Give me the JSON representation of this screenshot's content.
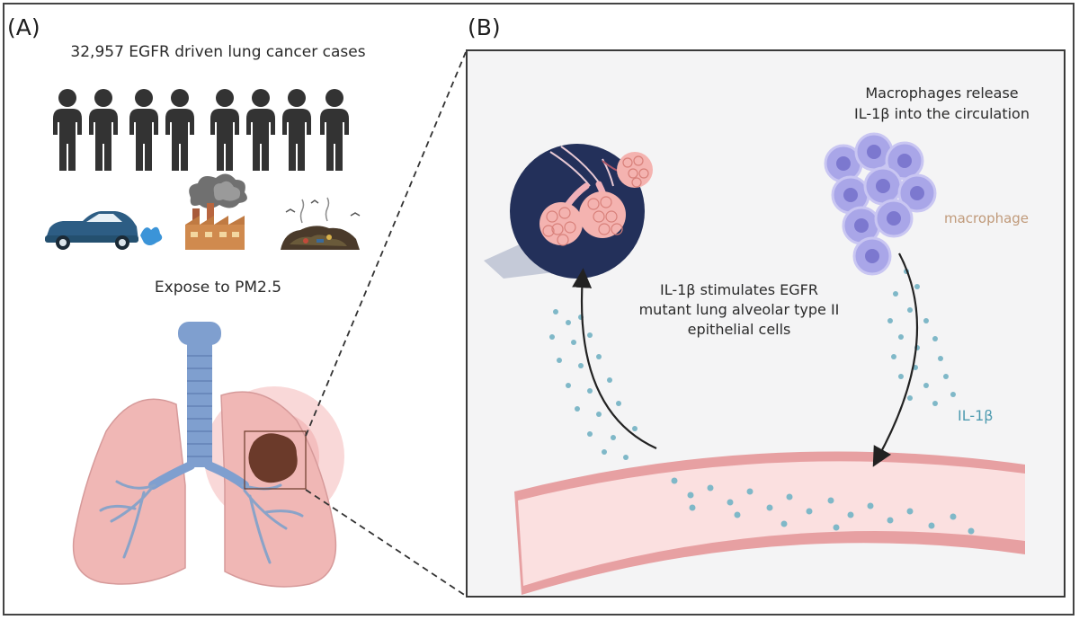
{
  "panel_a": {
    "label": "(A)",
    "cases_text": "32,957 EGFR driven lung cancer cases",
    "exposure_text": "Expose to PM2.5",
    "people_icon_name": "person-icon",
    "pollution_sources": [
      "car-exhaust-icon",
      "factory-smoke-icon",
      "landfill-icon"
    ]
  },
  "panel_b": {
    "label": "(B)",
    "macrophage_release_line1": "Macrophages release",
    "macrophage_release_line2": "IL-1β into the circulation",
    "macrophage_label": "macrophage",
    "il1b_label": "IL-1β",
    "stimulates_line1": "IL-1β stimulates EGFR",
    "stimulates_line2": "mutant lung alveolar type II",
    "stimulates_line3": "epithelial cells"
  },
  "colors": {
    "person": "#333333",
    "macrophage": "#a9a6e8",
    "macrophage_nucleus": "#7c78cf",
    "il1b_dot": "#7fb8c8",
    "vessel": "#f2b8b8",
    "vessel_edge": "#e08a8a",
    "lung": "#f0b7b5",
    "trachea": "#7f9fcf",
    "tumor": "#6b3a2a",
    "alveoli_bg": "#23305a",
    "macrophage_label": "#c09a7a",
    "il1b_label": "#4e9bb0"
  }
}
